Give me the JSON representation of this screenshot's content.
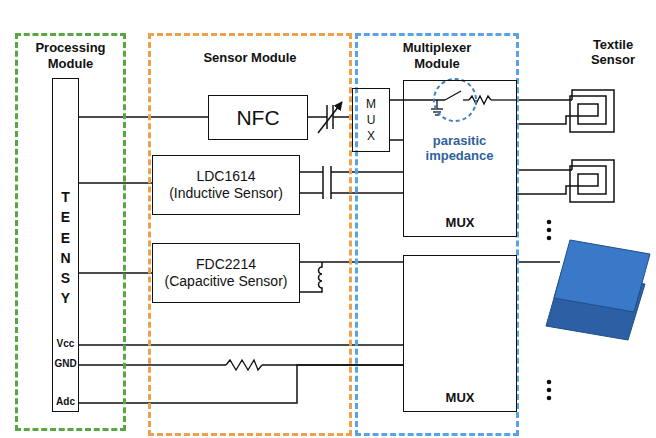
{
  "diagram": {
    "nodes": [
      {
        "text": [
          "Processing Module"
        ]
      },
      {
        "text": [
          "Sensor Module"
        ]
      },
      {
        "text": [
          "Multiplexer Module"
        ]
      },
      {
        "text": [
          "TEENSY",
          "Vcc",
          "GND",
          "Adc"
        ],
        "in": 0
      },
      {
        "text": [
          "NFC"
        ],
        "in": 1
      },
      {
        "text": [
          "LDC1614",
          "(Inductive Sensor)"
        ],
        "in": 1
      },
      {
        "text": [
          "FDC2214",
          "(Capacitive Sensor)"
        ],
        "in": 1
      },
      {
        "text": [
          "MUX"
        ],
        "in": 2
      },
      {
        "text": [
          "MUX"
        ],
        "in": 2
      },
      {
        "text": [
          "MUX"
        ],
        "in": 2
      }
    ],
    "edges": [
      {
        "from": 3,
        "to": 4,
        "arrow": "none"
      },
      {
        "from": 3,
        "to": 5,
        "arrow": "none"
      },
      {
        "from": 3,
        "to": 6,
        "arrow": "none"
      },
      {
        "from": 4,
        "to": 7,
        "arrow": "none"
      },
      {
        "from": 7,
        "to": 8,
        "arrow": "none"
      },
      {
        "from": 7,
        "to": 8,
        "arrow": "none"
      },
      {
        "from": 5,
        "to": 8,
        "arrow": "none"
      },
      {
        "from": 5,
        "to": 8,
        "arrow": "none"
      },
      {
        "from": 6,
        "to": 9,
        "arrow": "none"
      },
      {
        "from": 3,
        "to": 9,
        "arrow": "none"
      },
      {
        "from": 3,
        "to": 9,
        "arrow": "none"
      },
      {
        "from": 3,
        "to": 9,
        "arrow": "none"
      }
    ],
    "labels": [
      "parasitic impedance",
      "Textile Sensor"
    ]
  }
}
